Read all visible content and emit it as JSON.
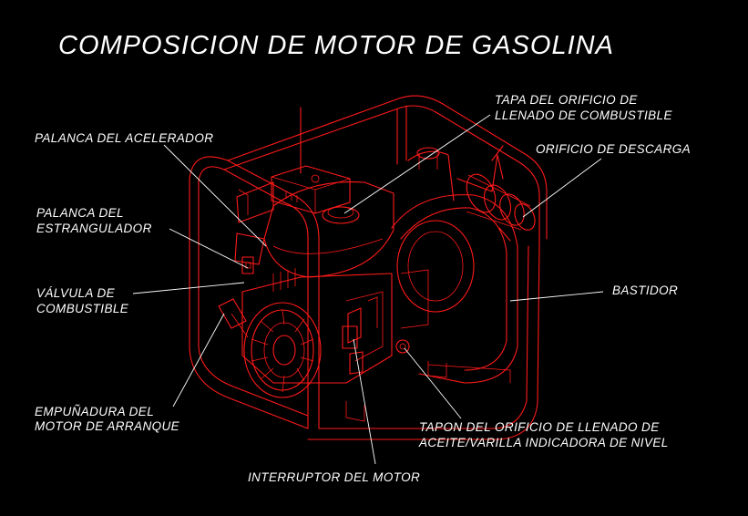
{
  "title": "COMPOSICION DE MOTOR DE GASOLINA",
  "labels": {
    "palanca_acelerador": "PALANCA DEL ACELERADOR",
    "palanca_estrangulador_1": "PALANCA DEL",
    "palanca_estrangulador_2": "ESTRANGULADOR",
    "valvula_combustible_1": "VÁLVULA DE",
    "valvula_combustible_2": "COMBUSTIBLE",
    "empunadura_1": "EMPUÑADURA DEL",
    "empunadura_2": "MOTOR DE ARRANQUE",
    "interruptor": "INTERRUPTOR DEL MOTOR",
    "tapon_aceite_1": "TAPON DEL ORIFICIO DE LLENADO DE",
    "tapon_aceite_2": "ACEITE/VARILLA INDICADORA DE NIVEL",
    "bastidor": "BASTIDOR",
    "orificio_descarga": "ORIFICIO DE DESCARGA",
    "tapa_combustible_1": "TAPA DEL ORIFICIO DE",
    "tapa_combustible_2": "LLENADO DE COMBUSTIBLE"
  },
  "colors": {
    "background": "#000000",
    "drawing": "#ff1a1a",
    "text": "#ffffff"
  }
}
